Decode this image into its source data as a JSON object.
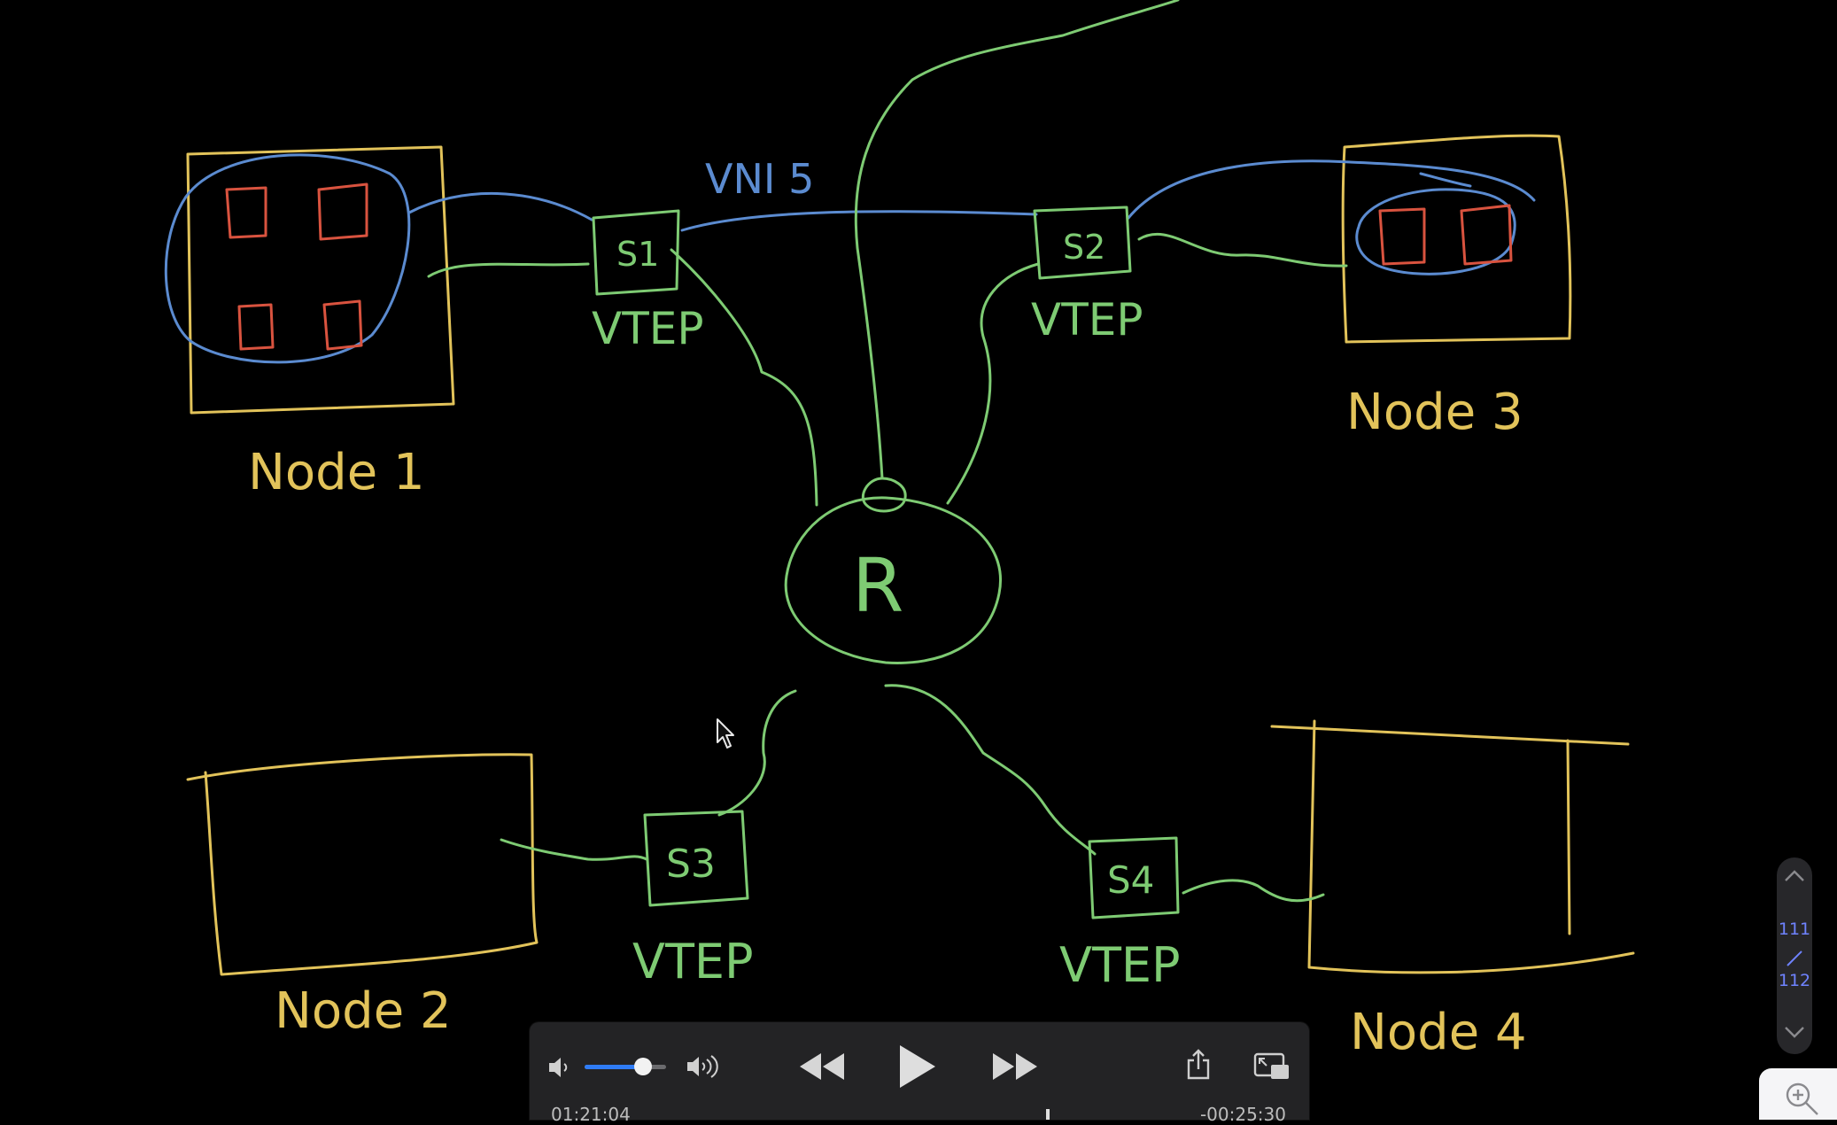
{
  "canvas": {
    "background": "#000000",
    "ink_colors": {
      "node": "#e2c35a",
      "vxlan": "#5b8bd0",
      "link": "#7ecb73",
      "vm": "#d9533f"
    }
  },
  "labels": {
    "node1": "Node 1",
    "node2": "Node 2",
    "node3": "Node 3",
    "node4": "Node 4",
    "vni": "VNI 5",
    "router": "R",
    "switches": [
      "S1",
      "S2",
      "S3",
      "S4"
    ],
    "vtep": [
      "VTEP",
      "VTEP",
      "VTEP",
      "VTEP"
    ]
  },
  "player": {
    "volume_level": 0.72,
    "icons": {
      "mute": "speaker-low-icon",
      "loud": "speaker-high-icon",
      "rewind": "rewind-icon",
      "play": "play-icon",
      "forward": "fast-forward-icon",
      "share": "share-icon",
      "pip": "picture-in-picture-icon"
    },
    "elapsed": "01:21:04",
    "remaining": "-00:25:30"
  },
  "pager": {
    "current": "111",
    "total": "112",
    "icons": {
      "up": "chevron-up-icon",
      "down": "chevron-down-icon",
      "zoom": "zoom-in-icon"
    }
  }
}
